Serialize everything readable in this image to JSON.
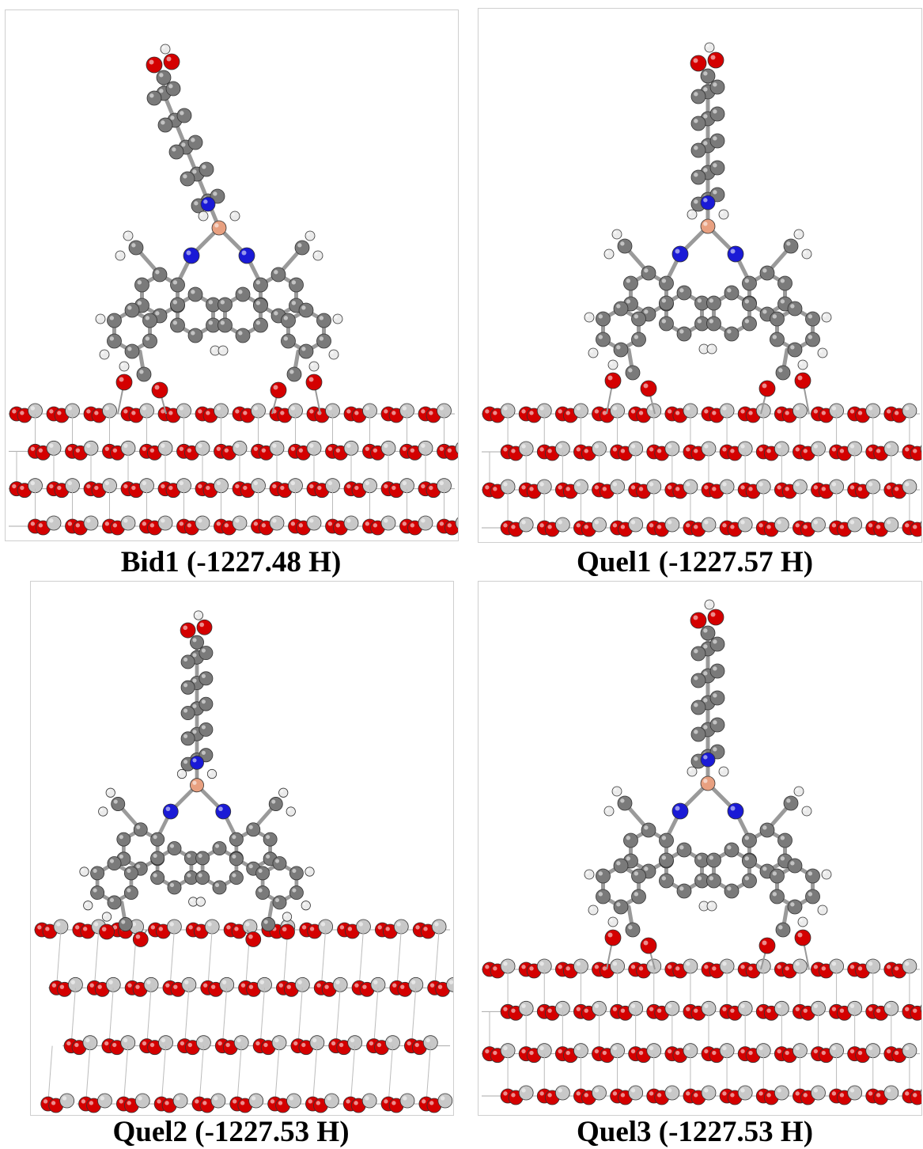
{
  "figure": {
    "panels": [
      {
        "id": "Bid1",
        "caption": "Bid1 (-1227.48 H)",
        "mode": "bidentate"
      },
      {
        "id": "Quel1",
        "caption": "Quel1 (-1227.57 H)",
        "mode": "chelating"
      },
      {
        "id": "Quel2",
        "caption": "Quel2 (-1227.53 H)",
        "mode": "chelating-perspective"
      },
      {
        "id": "Quel3",
        "caption": "Quel3 (-1227.53 H)",
        "mode": "chelating"
      }
    ]
  },
  "atom_colors": {
    "oxygen": "#d40000",
    "carbon": "#7a7a7a",
    "hydrogen": "#ebebeb",
    "nitrogen": "#1a1ad6",
    "boron": "#e8a080",
    "titanium": "#c8c8c8"
  }
}
